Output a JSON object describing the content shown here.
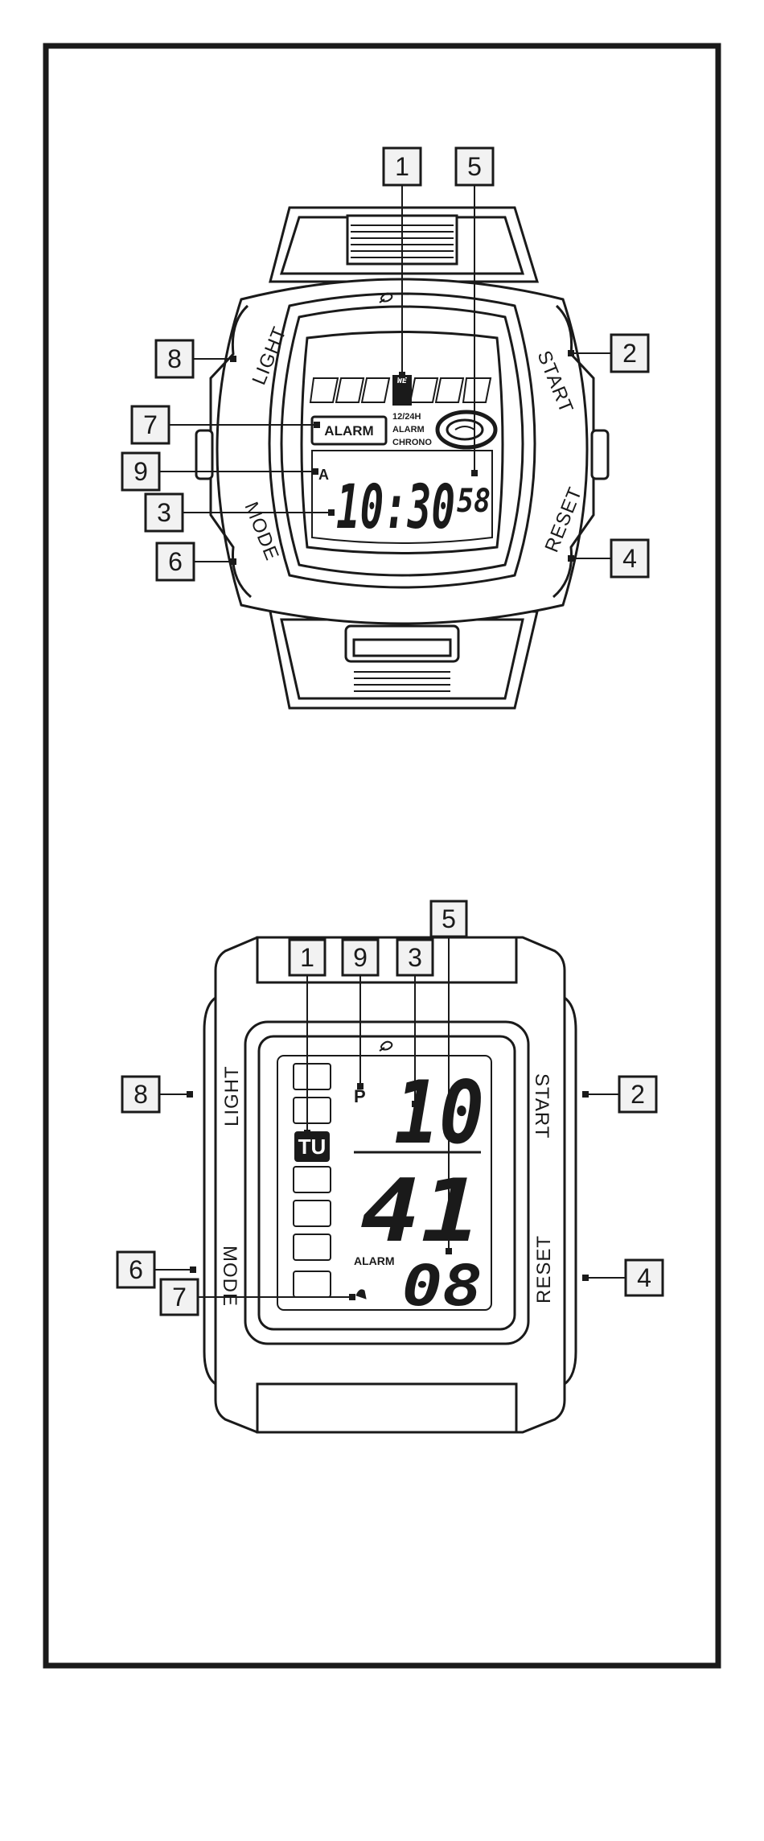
{
  "watch1": {
    "buttons": {
      "light": "LIGHT",
      "start": "START",
      "mode": "MODE",
      "reset": "RESET"
    },
    "display": {
      "day": "WE",
      "alarm_label": "ALARM",
      "mode_lines": [
        "12/24H",
        "ALARM",
        "CHRONO"
      ],
      "alarm_indicator": "A",
      "time_main": "10:30",
      "seconds": "58"
    },
    "callouts": [
      "1",
      "5",
      "8",
      "2",
      "7",
      "9",
      "3",
      "6",
      "4"
    ]
  },
  "watch2": {
    "buttons": {
      "light": "LIGHT",
      "start": "START",
      "mode": "MODE",
      "reset": "RESET"
    },
    "display": {
      "day": "TU",
      "pm_indicator": "P",
      "hours": "10",
      "minutes": "41",
      "alarm_label": "ALARM",
      "seconds": "08"
    },
    "callouts": [
      "5",
      "1",
      "9",
      "3",
      "8",
      "2",
      "6",
      "4",
      "7"
    ]
  }
}
